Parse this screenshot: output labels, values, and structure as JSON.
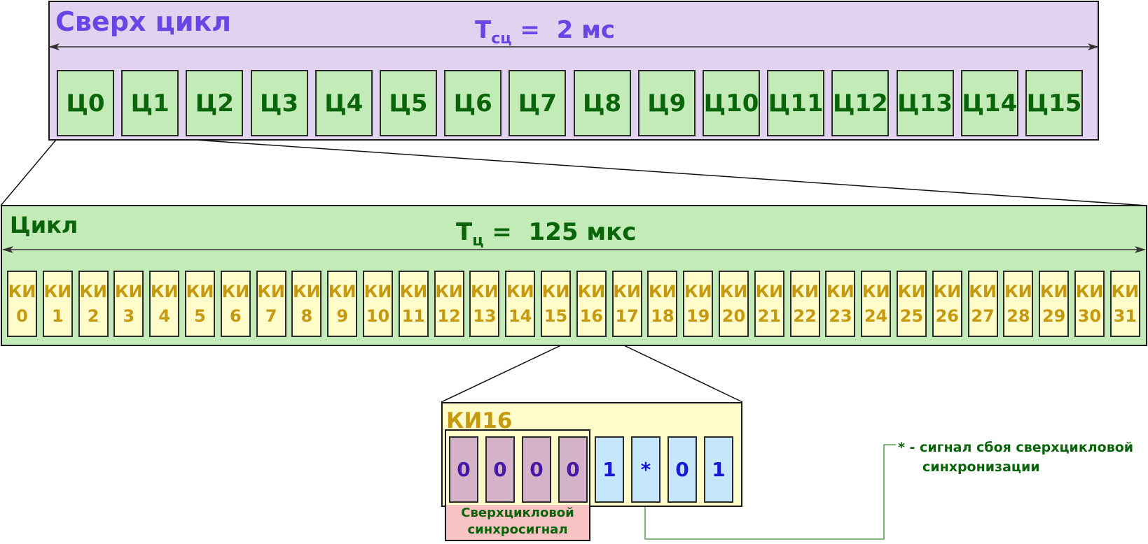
{
  "superframe": {
    "title": "Сверх цикл",
    "period_symbol": "T",
    "period_subscript": "сц",
    "period_equals": "=",
    "period_value": "2 мс",
    "slots": [
      "Ц0",
      "Ц1",
      "Ц2",
      "Ц3",
      "Ц4",
      "Ц5",
      "Ц6",
      "Ц7",
      "Ц8",
      "Ц9",
      "Ц10",
      "Ц11",
      "Ц12",
      "Ц13",
      "Ц14",
      "Ц15"
    ]
  },
  "frame": {
    "title": "Цикл",
    "period_symbol": "T",
    "period_subscript": "ц",
    "period_equals": "=",
    "period_value": "125 мкс",
    "slot_prefix": "КИ",
    "slot_numbers": [
      "0",
      "1",
      "2",
      "3",
      "4",
      "5",
      "6",
      "7",
      "8",
      "9",
      "10",
      "11",
      "12",
      "13",
      "14",
      "15",
      "16",
      "17",
      "18",
      "19",
      "20",
      "21",
      "22",
      "23",
      "24",
      "25",
      "26",
      "27",
      "28",
      "29",
      "30",
      "31"
    ]
  },
  "ts16": {
    "title": "КИ16",
    "bits": [
      {
        "value": "0",
        "group": "mfas"
      },
      {
        "value": "0",
        "group": "mfas"
      },
      {
        "value": "0",
        "group": "mfas"
      },
      {
        "value": "0",
        "group": "mfas"
      },
      {
        "value": "1",
        "group": "other"
      },
      {
        "value": "*",
        "group": "other"
      },
      {
        "value": "0",
        "group": "other"
      },
      {
        "value": "1",
        "group": "other"
      }
    ],
    "mfas_label_line1": "Сверхцикловой",
    "mfas_label_line2": "синхросигнал"
  },
  "footnote": {
    "line1": "* - сигнал сбоя сверхцикловой",
    "line2": "синхронизации"
  },
  "colors": {
    "superframe_bg": "#e1d3ef",
    "superframe_text": "#6a45e6",
    "frame_bg": "#c3ebb7",
    "frame_text": "#0a650a",
    "timeslot_bg": "#fffccb",
    "timeslot_text": "#c69a10",
    "mfas_bit_bg": "#d4b3c9",
    "other_bit_bg": "#c6e7fb",
    "mfas_label_bg": "#f8c3c3"
  }
}
